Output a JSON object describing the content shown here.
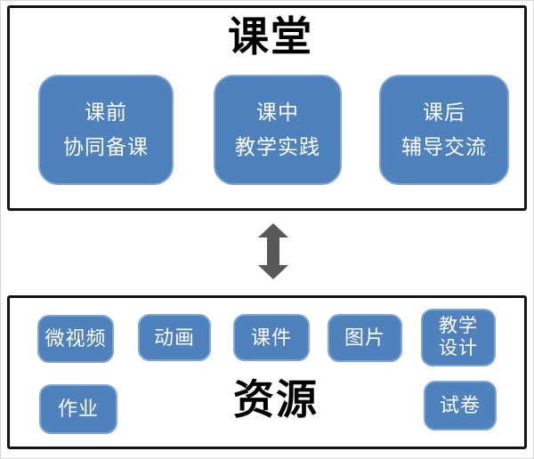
{
  "colors": {
    "box_fill": "#4f81bd",
    "box_edge": "#7fa6d4",
    "panel_border": "#141414",
    "arrow_gray": "#595959",
    "box_text": "#ffffff",
    "title_text": "#000000"
  },
  "classroom": {
    "title": "课堂",
    "boxes": [
      {
        "line1": "课前",
        "line2": "协同备课"
      },
      {
        "line1": "课中",
        "line2": "教学实践"
      },
      {
        "line1": "课后",
        "line2": "辅导交流"
      }
    ]
  },
  "connector": {
    "icon": "double-arrow-vertical"
  },
  "resources": {
    "title": "资源",
    "boxes": {
      "micro_video": "微视频",
      "animation": "动画",
      "courseware": "课件",
      "picture": "图片",
      "teaching_design": {
        "line1": "教学",
        "line2": "设计"
      },
      "homework": "作业",
      "test_paper": "试卷"
    }
  }
}
